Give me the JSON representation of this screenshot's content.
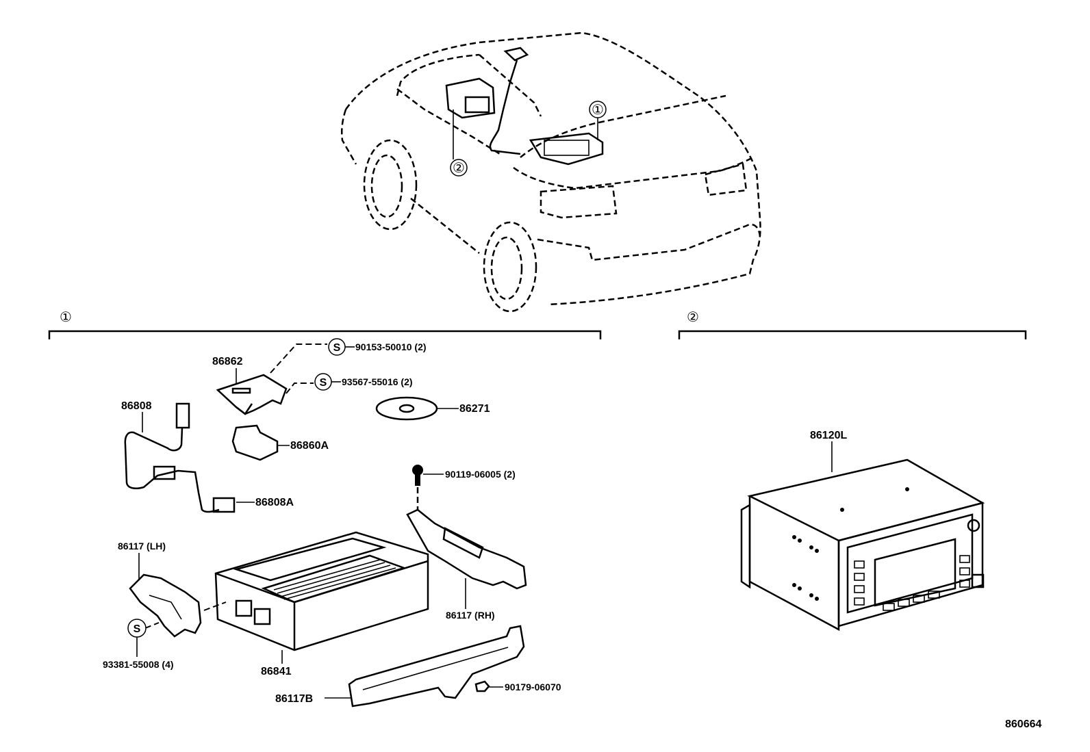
{
  "diagram": {
    "figure_id": "860664",
    "overview": {
      "callouts": [
        {
          "id": "callout-1",
          "symbol": "①"
        },
        {
          "id": "callout-2",
          "symbol": "②"
        }
      ]
    },
    "sections": [
      {
        "symbol": "①",
        "parts": [
          {
            "number": "86862"
          },
          {
            "number": "90153-50010 (2)",
            "fastener": "S"
          },
          {
            "number": "93567-55016 (2)",
            "fastener": "S"
          },
          {
            "number": "86271"
          },
          {
            "number": "86808"
          },
          {
            "number": "86860A"
          },
          {
            "number": "86808A"
          },
          {
            "number": "90119-06005 (2)"
          },
          {
            "number": "86117 (LH)"
          },
          {
            "number": "93381-55008 (4)",
            "fastener": "S"
          },
          {
            "number": "86841"
          },
          {
            "number": "86117 (RH)"
          },
          {
            "number": "86117B"
          },
          {
            "number": "90179-06070"
          }
        ]
      },
      {
        "symbol": "②",
        "parts": [
          {
            "number": "86120L"
          }
        ]
      }
    ]
  }
}
